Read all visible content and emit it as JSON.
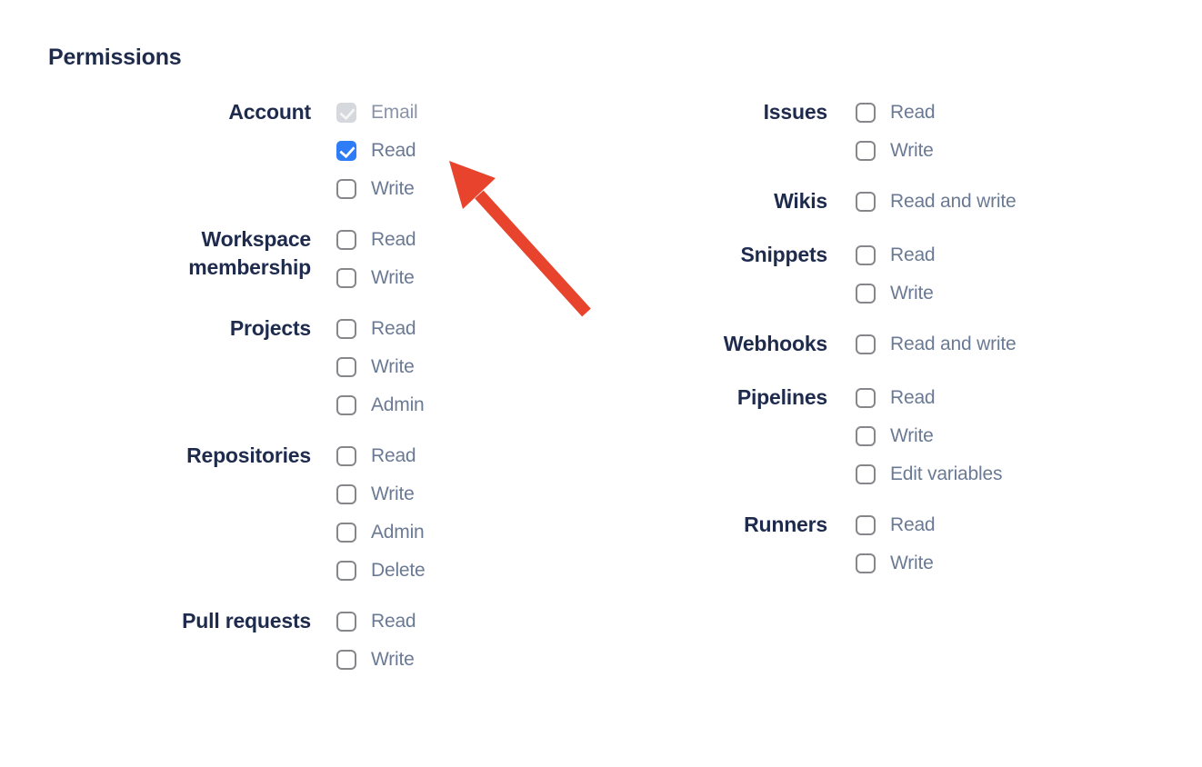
{
  "heading": "Permissions",
  "colors": {
    "background": "#ffffff",
    "heading_text": "#1e2b4d",
    "group_label_text": "#1e2b4d",
    "option_text": "#6b7a94",
    "disabled_option_text": "#8a94a6",
    "checkbox_checked_fill": "#2e7cf6",
    "checkbox_checked_disabled_fill": "#d5d8dc",
    "checkbox_border": "#85878a",
    "checkmark": "#ffffff",
    "arrow": "#e8432c"
  },
  "annotation": {
    "shape": "arrow",
    "color": "#e8432c",
    "points_to": "Account Read checkbox"
  },
  "columns": [
    {
      "side": "left",
      "groups": [
        {
          "label": "Account",
          "options": [
            {
              "label": "Email",
              "checked": true,
              "disabled": true
            },
            {
              "label": "Read",
              "checked": true,
              "disabled": false
            },
            {
              "label": "Write",
              "checked": false,
              "disabled": false
            }
          ]
        },
        {
          "label": "Workspace membership",
          "options": [
            {
              "label": "Read",
              "checked": false,
              "disabled": false
            },
            {
              "label": "Write",
              "checked": false,
              "disabled": false
            }
          ]
        },
        {
          "label": "Projects",
          "options": [
            {
              "label": "Read",
              "checked": false,
              "disabled": false
            },
            {
              "label": "Write",
              "checked": false,
              "disabled": false
            },
            {
              "label": "Admin",
              "checked": false,
              "disabled": false
            }
          ]
        },
        {
          "label": "Repositories",
          "options": [
            {
              "label": "Read",
              "checked": false,
              "disabled": false
            },
            {
              "label": "Write",
              "checked": false,
              "disabled": false
            },
            {
              "label": "Admin",
              "checked": false,
              "disabled": false
            },
            {
              "label": "Delete",
              "checked": false,
              "disabled": false
            }
          ]
        },
        {
          "label": "Pull requests",
          "options": [
            {
              "label": "Read",
              "checked": false,
              "disabled": false
            },
            {
              "label": "Write",
              "checked": false,
              "disabled": false
            }
          ]
        }
      ]
    },
    {
      "side": "right",
      "groups": [
        {
          "label": "Issues",
          "options": [
            {
              "label": "Read",
              "checked": false,
              "disabled": false
            },
            {
              "label": "Write",
              "checked": false,
              "disabled": false
            }
          ]
        },
        {
          "label": "Wikis",
          "options": [
            {
              "label": "Read and write",
              "checked": false,
              "disabled": false
            }
          ]
        },
        {
          "label": "Snippets",
          "options": [
            {
              "label": "Read",
              "checked": false,
              "disabled": false
            },
            {
              "label": "Write",
              "checked": false,
              "disabled": false
            }
          ]
        },
        {
          "label": "Webhooks",
          "options": [
            {
              "label": "Read and write",
              "checked": false,
              "disabled": false
            }
          ]
        },
        {
          "label": "Pipelines",
          "options": [
            {
              "label": "Read",
              "checked": false,
              "disabled": false
            },
            {
              "label": "Write",
              "checked": false,
              "disabled": false
            },
            {
              "label": "Edit variables",
              "checked": false,
              "disabled": false
            }
          ]
        },
        {
          "label": "Runners",
          "options": [
            {
              "label": "Read",
              "checked": false,
              "disabled": false
            },
            {
              "label": "Write",
              "checked": false,
              "disabled": false
            }
          ]
        }
      ]
    }
  ]
}
